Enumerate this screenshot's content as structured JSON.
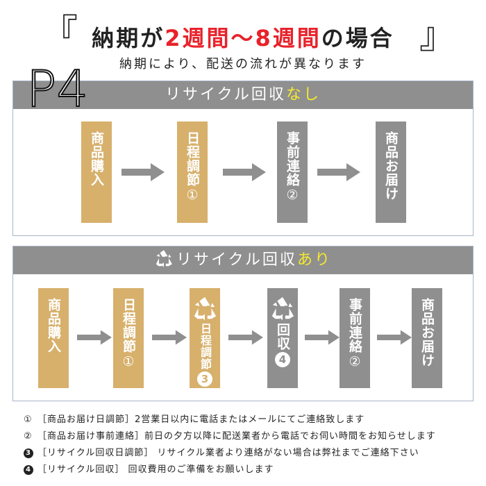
{
  "title": {
    "bracket_left": "『",
    "bracket_right": "』",
    "prefix": "納期が",
    "highlight": "2週間～8週間",
    "suffix": "の場合"
  },
  "subtitle": "納期により、配送の流れが異なります",
  "page_badge": "P4",
  "without_recycle": {
    "header_prefix": "リサイクル回収",
    "header_highlight": "なし",
    "steps": [
      {
        "text": "商品購入",
        "num": "",
        "style": "gold"
      },
      {
        "text": "日程調節",
        "num": "①",
        "style": "gold"
      },
      {
        "text": "事前連絡",
        "num": "②",
        "style": "gray"
      },
      {
        "text": "商品お届け",
        "num": "",
        "style": "gray"
      }
    ]
  },
  "with_recycle": {
    "header_icon": "recycle-icon",
    "header_prefix": "リサイクル回収",
    "header_highlight": "あり",
    "steps": [
      {
        "text": "商品購入",
        "num": "",
        "style": "gold"
      },
      {
        "text": "日程調節",
        "num": "①",
        "style": "gold"
      },
      {
        "text": "日程調節",
        "num": "3",
        "style": "gold",
        "icon": "recycle-icon"
      },
      {
        "text": "回収",
        "num": "4",
        "style": "gray",
        "icon": "recycle-icon"
      },
      {
        "text": "事前連絡",
        "num": "②",
        "style": "gray"
      },
      {
        "text": "商品お届け",
        "num": "",
        "style": "gray"
      }
    ]
  },
  "notes": [
    {
      "num": "①",
      "text": "［商品お届け日調節］2営業日以内に電話またはメールにてご連絡致します"
    },
    {
      "num": "②",
      "text": "［商品お届け事前連絡］前日の夕方以降に配送業者から電話でお伺い時間をお知らせします"
    },
    {
      "num": "3",
      "text": "［リサイクル回収日調節］ リサイクル業者より連絡がない場合は弊社までご連絡下さい"
    },
    {
      "num": "4",
      "text": "［リサイクル回収］ 回収費用のご準備をお願いします"
    }
  ],
  "colors": {
    "accent_red": "#e8222b",
    "accent_yellow": "#f5ea2a",
    "gold": "#d7b06c",
    "gray": "#8f8f8f"
  }
}
